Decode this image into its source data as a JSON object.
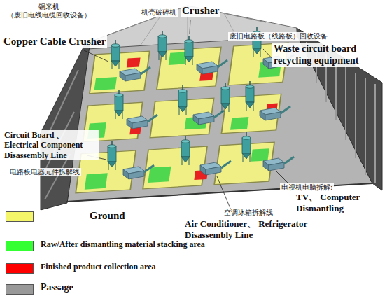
{
  "diagram": {
    "labels": [
      "铜米机 （废旧电线电缆回收设备）",
      "Copper Cable Crusher",
      "机壳破碎机",
      "Crusher",
      "废旧电路板（线路板）回收设备",
      "Waste circuit board recycling equipment",
      "Circuit Board 、 Electrical Component Disassembly Line",
      "电路板电器元件拆解线",
      "电视机电脑拆解:",
      "TV、 Computer Dismantling",
      "空调冰箱拆解线",
      "Air Conditioner、 Refrigerator Disassembly Line"
    ],
    "legend": [
      {
        "text": "Ground",
        "color": "#f5f56a"
      },
      {
        "text": "Raw/After dismantling material stacking area",
        "color": "#33ff33"
      },
      {
        "text": "Finished product collection area",
        "color": "#ff0000"
      },
      {
        "text": "Passage",
        "color": "#999999"
      }
    ]
  }
}
